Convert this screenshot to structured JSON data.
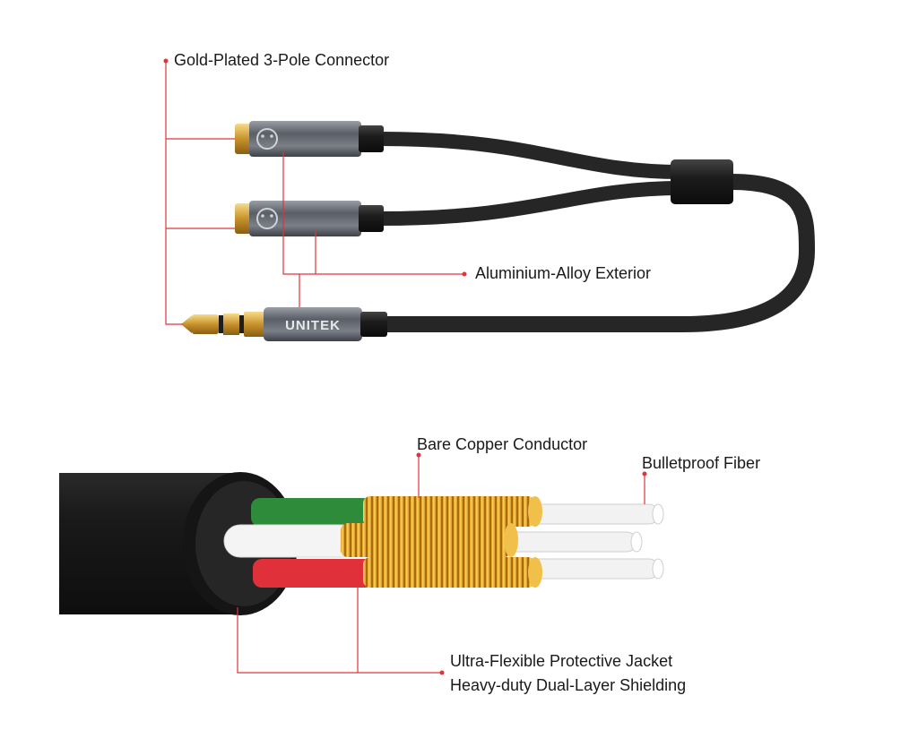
{
  "labels": {
    "gold_connector": "Gold-Plated 3-Pole Connector",
    "aluminium_exterior": "Aluminium-Alloy Exterior",
    "copper_conductor": "Bare Copper Conductor",
    "bulletproof_fiber": "Bulletproof Fiber",
    "protective_jacket": "Ultra-Flexible Protective Jacket",
    "dual_shielding": "Heavy-duty Dual-Layer Shielding"
  },
  "brand": {
    "logo_text": "UNITEK"
  },
  "colors": {
    "leader_line": "#e0343a",
    "cable": "#2b2b2b",
    "housing": "#6e7178",
    "gold": "#d9a63e",
    "copper": "#d99a1c",
    "wire_green": "#2e8b3a",
    "wire_red": "#e0303a",
    "wire_white": "#f4f4f4"
  }
}
